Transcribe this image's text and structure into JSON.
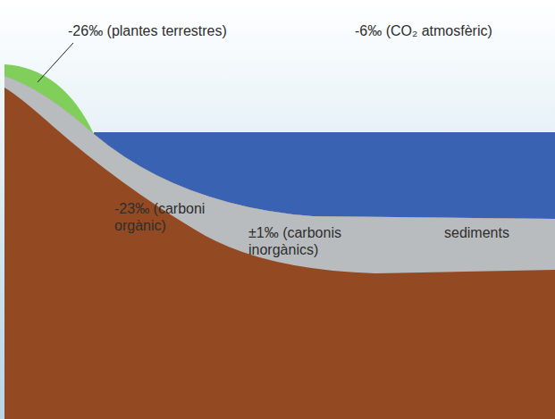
{
  "diagram": {
    "labels": [
      "-26‰ (plantes terrestres)",
      "-6‰ (CO₂ atmosfèric)",
      "-23‰ (carboni orgànic)",
      "±1‰ (carbonis inorgànics)",
      "sediments"
    ]
  }
}
